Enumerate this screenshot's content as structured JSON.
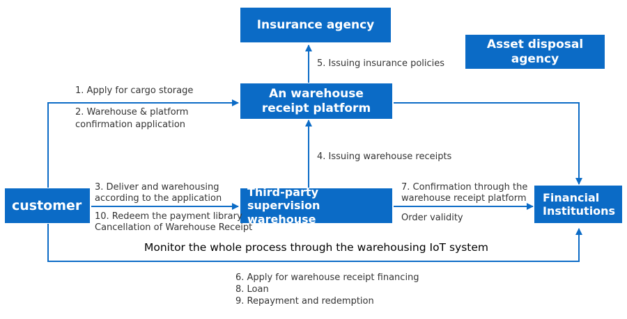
{
  "colors": {
    "box": "#0b6bc6",
    "line": "#0b6bc6",
    "text": "#333333"
  },
  "nodes": {
    "insurance": "Insurance agency",
    "asset": "Asset disposal agency",
    "platform": "An warehouse receipt platform",
    "customer": "customer",
    "warehouse": "Third-party supervision warehouse",
    "financial": "Financial Institutions"
  },
  "labels": {
    "step1": "1. Apply for cargo storage",
    "step2a": "2. Warehouse & platform",
    "step2b": "confirmation application",
    "step3a": "3. Deliver and warehousing",
    "step3b": "according to the application",
    "step10a": "10. Redeem the payment library",
    "step10b": "Cancellation of Warehouse Receipt",
    "step4": "4. Issuing warehouse receipts",
    "step5": "5. Issuing insurance policies",
    "step7a": "7. Confirmation through the",
    "step7b": "warehouse receipt platform",
    "order": "Order validity",
    "monitor": "Monitor the whole process through the warehousing IoT system",
    "step6": "6. Apply for warehouse receipt financing",
    "step8": "8. Loan",
    "step9": "9. Repayment and redemption"
  }
}
